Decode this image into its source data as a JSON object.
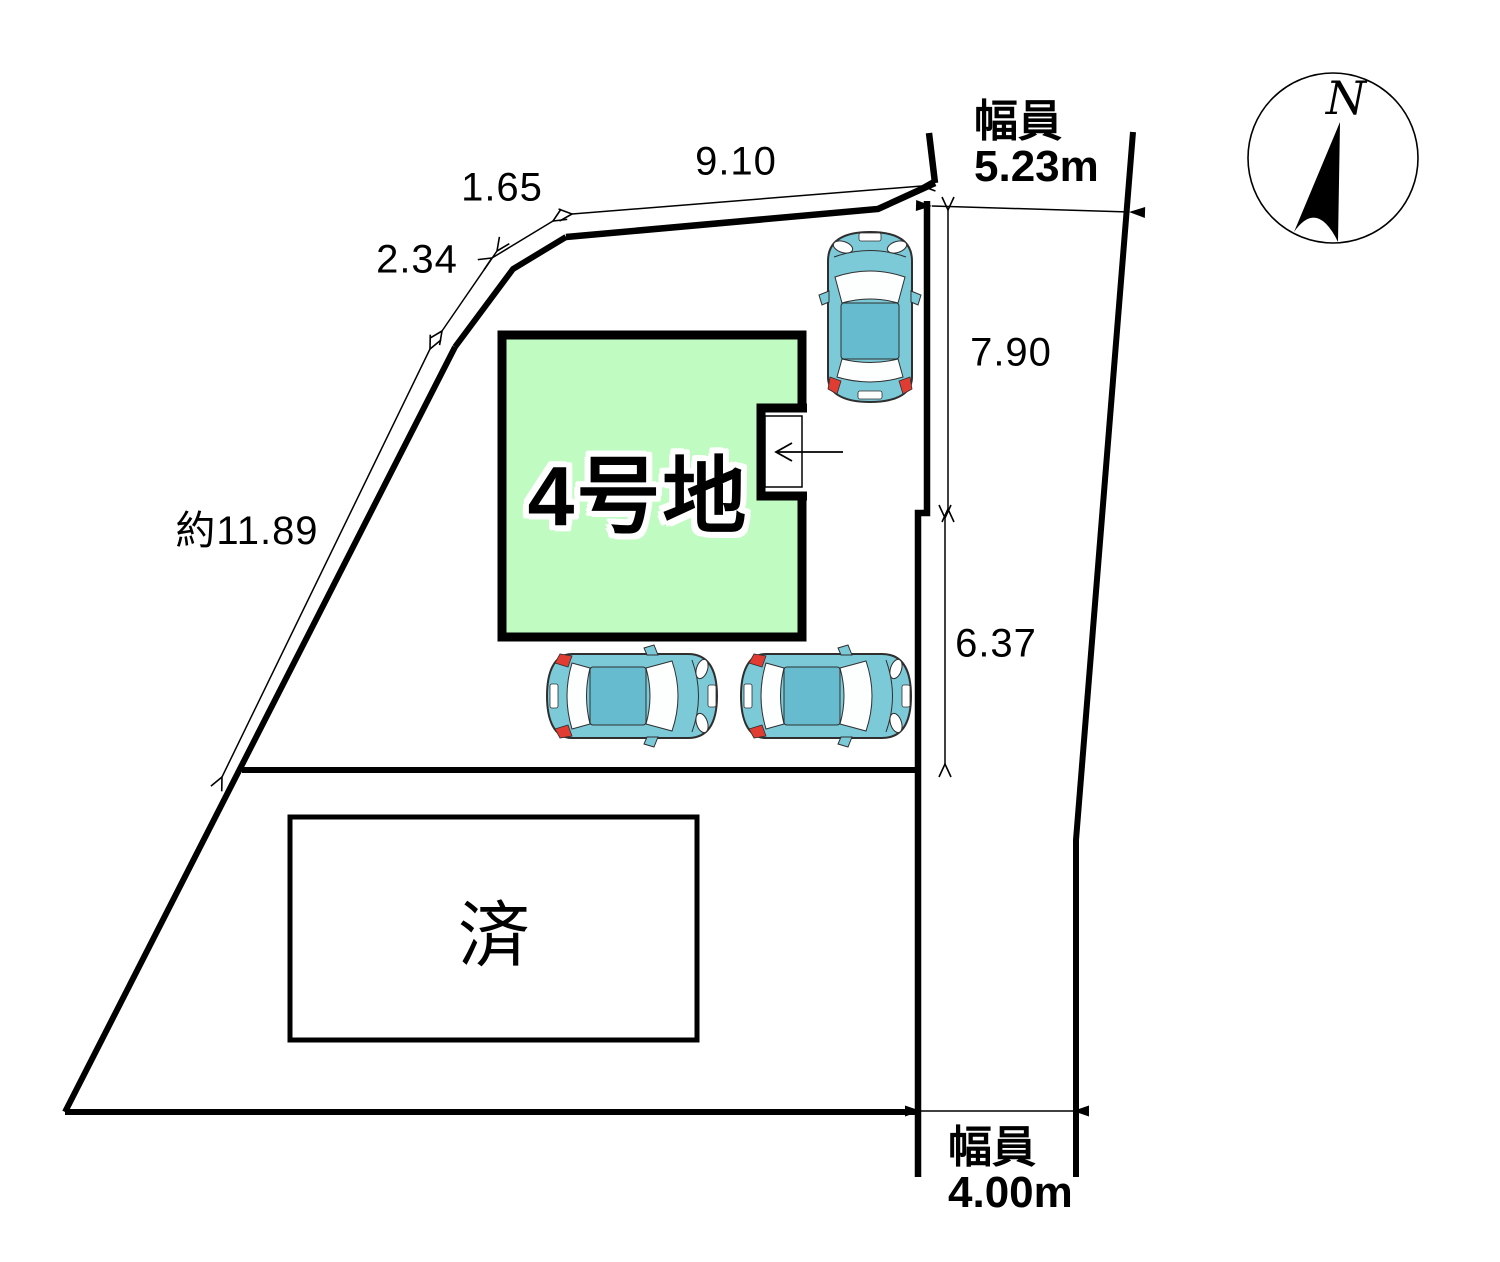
{
  "labels": {
    "lot": "4号地",
    "sold": "済",
    "north": "N"
  },
  "dimensions": {
    "top_edge": "9.10",
    "upper_left_short": "1.65",
    "upper_left_long": "2.34",
    "left_edge": "約11.89",
    "right_upper": "7.90",
    "right_lower": "6.37"
  },
  "roads": {
    "east": {
      "label": "幅員",
      "value": "5.23m"
    },
    "south": {
      "label": "幅員",
      "value": "4.00m"
    }
  },
  "colors": {
    "lot_fill": "#c0fbc2",
    "car_body": "#7cc9d8",
    "car_roof": "#66bcce",
    "car_window": "#fdfefe",
    "tail_light": "#e03c31",
    "line": "#000000"
  }
}
